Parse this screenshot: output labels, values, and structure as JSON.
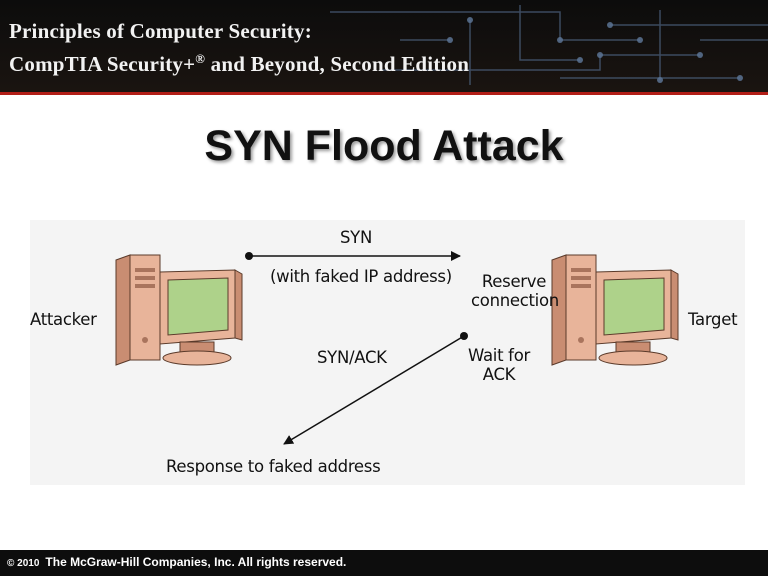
{
  "header": {
    "line1": "Principles of Computer Security:",
    "line2_pre": "CompTIA Security+",
    "line2_sup": "®",
    "line2_post": " and Beyond, Second Edition"
  },
  "slide": {
    "title": "SYN Flood Attack"
  },
  "diagram": {
    "attacker_label": "Attacker",
    "target_label": "Target",
    "syn_label": "SYN",
    "syn_note": "(with faked IP address)",
    "reserve_line1": "Reserve",
    "reserve_line2": "connection",
    "synack_label": "SYN/ACK",
    "wait_line1": "Wait for",
    "wait_line2": "ACK",
    "response_label": "Response to faked address"
  },
  "footer": {
    "year": "© 2010",
    "text": "The McGraw-Hill Companies, Inc. All rights reserved."
  },
  "colors": {
    "banner": "#0c0c0c",
    "accent_red": "#b21e17",
    "computer": "#e8b49a",
    "screen": "#aed28a"
  }
}
